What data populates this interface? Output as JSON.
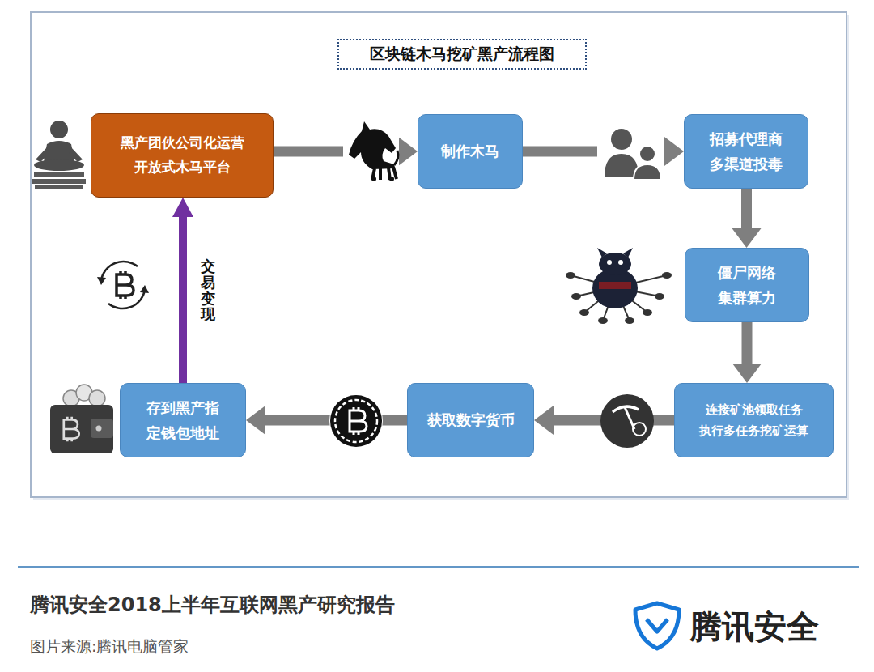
{
  "diagram": {
    "title": "区块链木马挖矿黑产流程图",
    "nodes": [
      {
        "text": [
          "黑产团伙公司化运营 开放式木马平台"
        ]
      },
      {
        "text": [
          "制作木马"
        ]
      },
      {
        "text": [
          "招募代理商 多渠道投毒"
        ]
      },
      {
        "text": [
          "僵尸网络 集群算力"
        ]
      },
      {
        "text": [
          "连接矿池领取任务 执行多任务挖矿运算"
        ]
      },
      {
        "text": [
          "获取数字货币"
        ]
      },
      {
        "text": [
          "存到黑产指定钱包地址"
        ]
      }
    ],
    "edges": [
      {
        "from": 0,
        "to": 1,
        "arrow": "to"
      },
      {
        "from": 1,
        "to": 2,
        "arrow": "to"
      },
      {
        "from": 2,
        "to": 3,
        "arrow": "to"
      },
      {
        "from": 3,
        "to": 4,
        "arrow": "to"
      },
      {
        "from": 4,
        "to": 5,
        "arrow": "to"
      },
      {
        "from": 5,
        "to": 6,
        "arrow": "to"
      },
      {
        "from": 6,
        "to": 0,
        "label": "交易变现",
        "arrow": "to"
      }
    ],
    "labels": [
      "腾讯安全2018上半年互联网黑产研究报告",
      "图片来源:腾讯电脑管家",
      "腾讯安全"
    ]
  }
}
